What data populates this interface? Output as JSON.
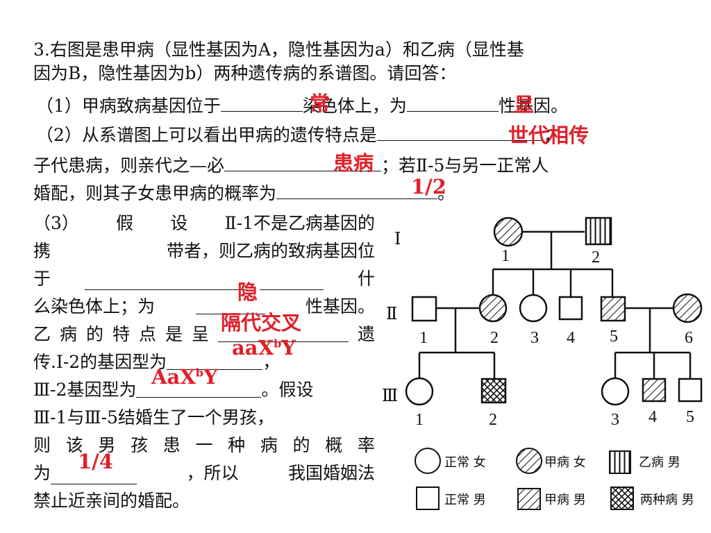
{
  "question": {
    "line1": "3.右图是患甲病（显性基因为A，隐性基因为a）和乙病（显性基",
    "line2": "因为B，隐性基因为b）两种遗传病的系谱图。请回答：",
    "q1_a": "（1）甲病致病基因位于",
    "q1_b": "染色体上，为",
    "q1_c": "性基因。",
    "q2_a": "（2）从系谱图上可以看出甲病的遗传特点是",
    "q2_b": "；",
    "q2_c": "子代患病，则亲代之—必",
    "q2_d": "；若Ⅱ-5与另一正常人",
    "q2_e": "婚配，则其子女患甲病的概率为",
    "q2_f": "。",
    "q3": [
      [
        "（3）",
        "假",
        "设",
        "Ⅱ-1不是乙病基因的"
      ],
      [
        "携",
        "带者，则乙病的致病基因位"
      ],
      [
        "于",
        "",
        "什"
      ],
      [
        "么染色体上；为",
        "",
        "性基因。"
      ],
      [
        "乙",
        "病",
        "的",
        "特",
        "点",
        "是",
        "呈",
        "",
        "遗"
      ],
      [
        "传.Ⅰ-2的基因型为",
        "，"
      ],
      [
        "Ⅲ-2基因型为",
        "。假设"
      ],
      [
        "Ⅲ-1与Ⅲ-5结婚生了一个男孩，"
      ],
      [
        "则",
        "该",
        "男",
        "孩",
        "患",
        "一",
        "种",
        "病",
        "的",
        "概",
        "率"
      ],
      [
        "为",
        "，所以",
        "我国婚姻法"
      ],
      [
        "禁止近亲间的婚配。"
      ]
    ]
  },
  "answers": {
    "a1": "常",
    "a2": "显",
    "a3": "世代相传",
    "a4": "患病",
    "a5": "1/2",
    "a6": "隐",
    "a7": "隔代交叉",
    "a8": "aaX",
    "a8_sup": "b",
    "a8_end": "Y",
    "a9": "AaX",
    "a9_sup": "b",
    "a9_end": "Y",
    "a10": "1/4"
  },
  "pedigree": {
    "generations": [
      "Ⅰ",
      "Ⅱ",
      "Ⅲ"
    ],
    "gen1": [
      "1",
      "2"
    ],
    "gen2": [
      "1",
      "2",
      "3",
      "4",
      "5",
      "6"
    ],
    "gen3": [
      "1",
      "2",
      "3",
      "4",
      "5"
    ]
  },
  "legend": {
    "normal_female": "正常 女",
    "disease_a_female": "甲病 女",
    "disease_b_male": "乙病 男",
    "normal_male": "正常 男",
    "disease_a_male": "甲病 男",
    "both_male": "两种病 男"
  }
}
